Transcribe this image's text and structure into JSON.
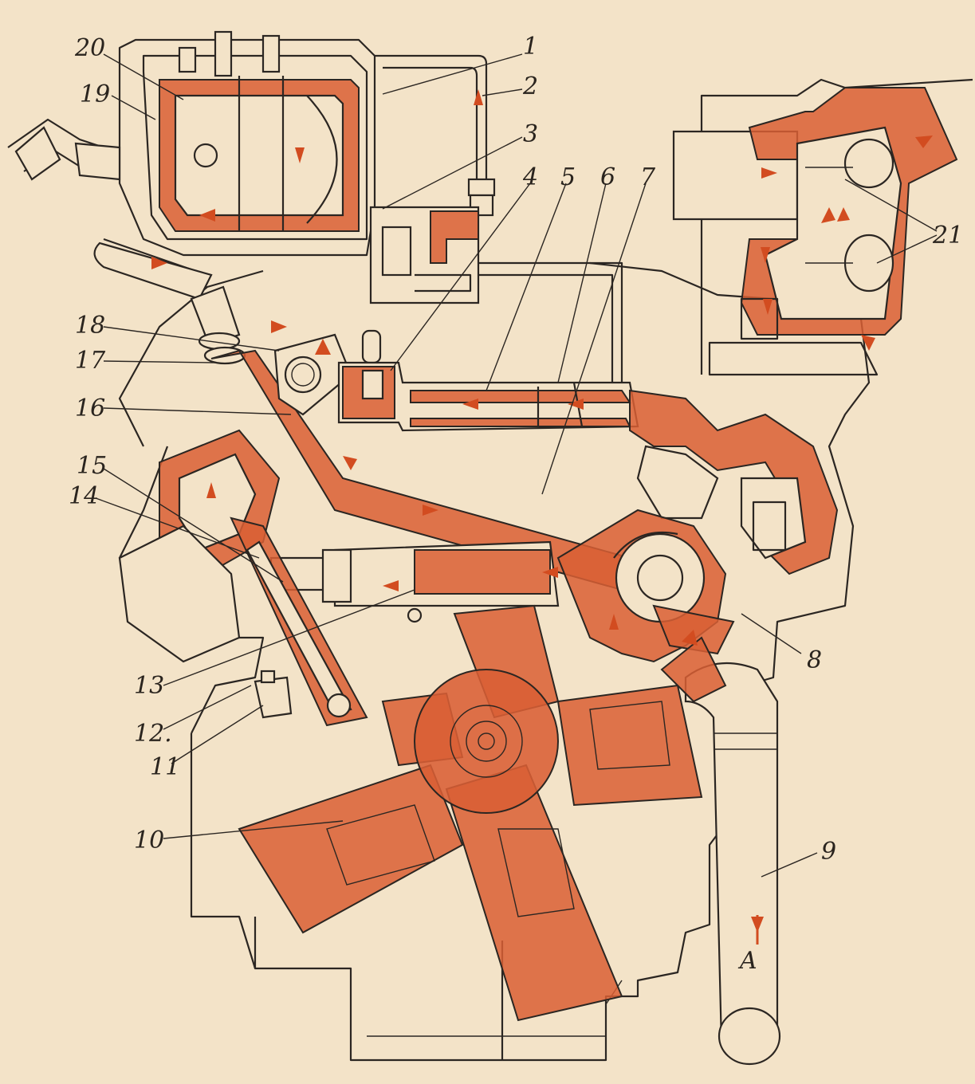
{
  "colors": {
    "background": "#f3e3c8",
    "coolant": "#d95f34",
    "ink": "#2b2622"
  },
  "callouts": [
    {
      "id": "1",
      "text": "1"
    },
    {
      "id": "2",
      "text": "2"
    },
    {
      "id": "3",
      "text": "3"
    },
    {
      "id": "4",
      "text": "4"
    },
    {
      "id": "5",
      "text": "5"
    },
    {
      "id": "6",
      "text": "6"
    },
    {
      "id": "7",
      "text": "7"
    },
    {
      "id": "8",
      "text": "8"
    },
    {
      "id": "9",
      "text": "9"
    },
    {
      "id": "10",
      "text": "10"
    },
    {
      "id": "11",
      "text": "11"
    },
    {
      "id": "12",
      "text": "12."
    },
    {
      "id": "13",
      "text": "13"
    },
    {
      "id": "14",
      "text": "14"
    },
    {
      "id": "15",
      "text": "15"
    },
    {
      "id": "16",
      "text": "16"
    },
    {
      "id": "17",
      "text": "17"
    },
    {
      "id": "18",
      "text": "18"
    },
    {
      "id": "19",
      "text": "19"
    },
    {
      "id": "20",
      "text": "20"
    },
    {
      "id": "21",
      "text": "21"
    }
  ],
  "inlet_label": "A"
}
